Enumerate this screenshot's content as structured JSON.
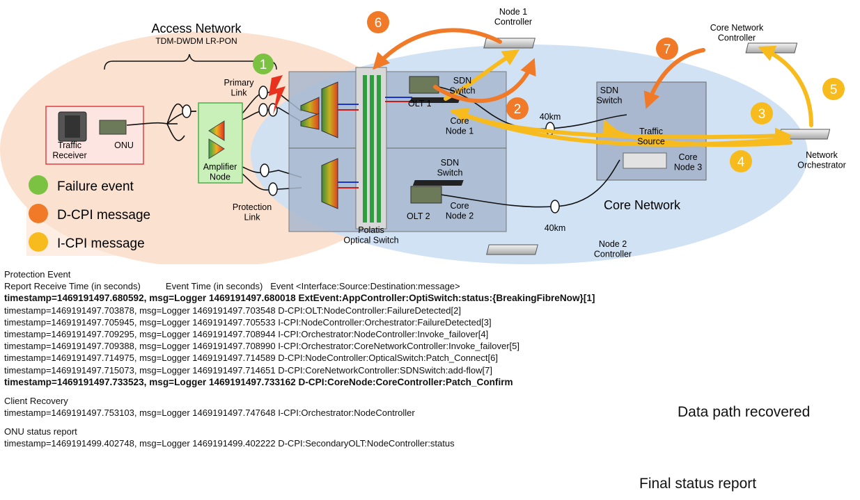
{
  "diagram": {
    "access_title": "Access Network",
    "access_subtitle": "TDM-DWDM LR-PON",
    "traffic_receiver": "Traffic\nReceiver",
    "onu": "ONU",
    "amplifier_node": "Amplifier\nNode",
    "primary_link": "Primary\nLink",
    "protection_link": "Protection\nLink",
    "polatis": "Polatis\nOptical Switch",
    "olt1": "OLT 1",
    "olt2": "OLT 2",
    "sdn_switch": "SDN\nSwitch",
    "core_node_1": "Core\nNode 1",
    "core_node_2": "Core\nNode 2",
    "core_node_3": "Core\nNode 3",
    "traffic_source": "Traffic\nSource",
    "km_40": "40km",
    "core_network": "Core Network",
    "node1_controller": "Node 1\nController",
    "node2_controller": "Node 2\nController",
    "core_network_controller": "Core Network\nController",
    "network_orchestrator": "Network\nOrchestrator",
    "markers": [
      "1",
      "2",
      "3",
      "4",
      "5",
      "6",
      "7"
    ],
    "colors": {
      "failure": "#7cc242",
      "dcpi": "#f07a28",
      "icpi": "#f7bb1e",
      "access_bg": "#fbe1cf",
      "core_bg": "#cfe0f3"
    }
  },
  "legend": {
    "failure": "Failure event",
    "dcpi": "D-CPI message",
    "icpi": "I-CPI message"
  },
  "log": {
    "protection_title": "Protection Event",
    "header": "Report Receive Time (in seconds)          Event Time (in seconds)   Event <Interface:Source:Destination:message>",
    "lines": [
      "timestamp=1469191497.680592, msg=Logger 1469191497.680018 ExtEvent:AppController:OptiSwitch:status:{BreakingFibreNow}[1]",
      "timestamp=1469191497.703878, msg=Logger 1469191497.703548 D-CPI:OLT:NodeController:FailureDetected[2]",
      "timestamp=1469191497.705945, msg=Logger 1469191497.705533 I-CPI:NodeController:Orchestrator:FailureDetected[3]",
      "timestamp=1469191497.709295, msg=Logger 1469191497.708944 I-CPI:Orchestrator:NodeController:Invoke_failover[4]",
      "timestamp=1469191497.709388, msg=Logger 1469191497.708990 I-CPI:Orchestrator:CoreNetworkController:Invoke_failover[5]",
      "timestamp=1469191497.714975, msg=Logger 1469191497.714589 D-CPI:NodeController:OpticalSwitch:Patch_Connect[6]",
      "timestamp=1469191497.715073, msg=Logger 1469191497.714651 D-CPI:CoreNetworkController:SDNSwitch:add-flow[7]",
      "timestamp=1469191497.733523, msg=Logger 1469191497.733162 D-CPI:CoreNode:CoreController:Patch_Confirm"
    ],
    "data_path_recovered": "Data path recovered",
    "client_title": "Client Recovery",
    "client_line": "timestamp=1469191497.753103, msg=Logger 1469191497.747648 I-CPI:Orchestrator:NodeController",
    "onu_title": "ONU status report",
    "onu_line": "timestamp=1469191499.402748, msg=Logger 1469191499.402222 D-CPI:SecondaryOLT:NodeController:status",
    "final_status": "Final status report"
  }
}
